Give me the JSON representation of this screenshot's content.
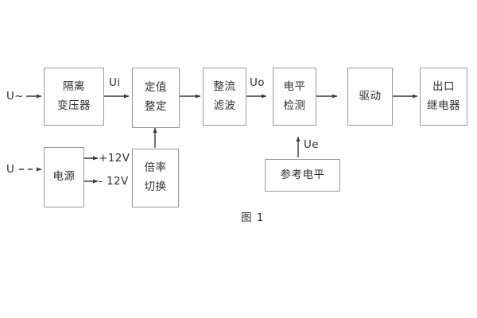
{
  "figure": {
    "caption": "图 1",
    "colors": {
      "stroke": "#9a9a9a",
      "text": "#2f2f2f",
      "wire": "#3a3a3a",
      "background": "#ffffff"
    }
  },
  "blocks": {
    "isolation_transformer": {
      "line1": "隔离",
      "line2": "变压器"
    },
    "setting_value": {
      "line1": "定值",
      "line2": "整定"
    },
    "rectify_filter": {
      "line1": "整流",
      "line2": "滤波"
    },
    "level_detect": {
      "line1": "电平",
      "line2": "检测"
    },
    "drive": {
      "line1": "驱动",
      "line2": ""
    },
    "output_relay": {
      "line1": "出口",
      "line2": "继电器"
    },
    "power_supply": {
      "line1": "电源",
      "line2": ""
    },
    "multiplier_switch": {
      "line1": "倍率",
      "line2": "切换"
    },
    "reference_level": {
      "line1": "参考电平",
      "line2": ""
    }
  },
  "labels": {
    "input_ac": "U~",
    "input_dc": "U",
    "ui": "Ui",
    "uo": "Uo",
    "ue": "Ue",
    "rail_positive": "+12V",
    "rail_negative": "- 12V"
  }
}
